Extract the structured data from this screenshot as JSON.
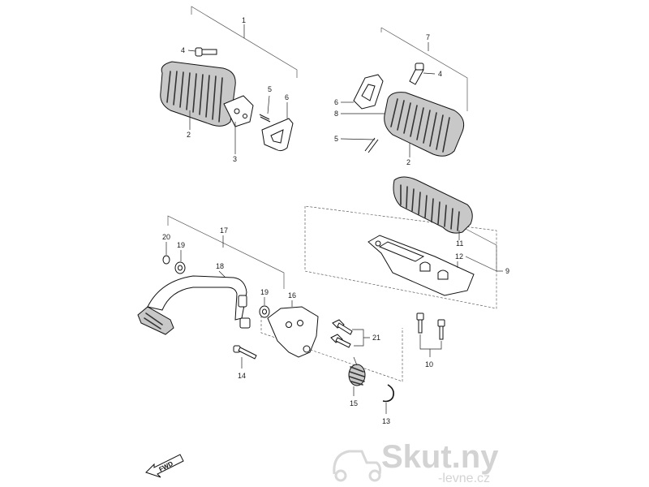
{
  "callouts": {
    "n1": "1",
    "n2a": "2",
    "n2b": "2",
    "n3": "3",
    "n4a": "4",
    "n4b": "4",
    "n5a": "5",
    "n5b": "5",
    "n6a": "6",
    "n6b": "6",
    "n7": "7",
    "n8": "8",
    "n9": "9",
    "n10": "10",
    "n11": "11",
    "n12": "12",
    "n13": "13",
    "n14": "14",
    "n15": "15",
    "n16": "16",
    "n17": "17",
    "n18": "18",
    "n19a": "19",
    "n19b": "19",
    "n20": "20",
    "n21": "21"
  },
  "direction": {
    "label": "FWD"
  },
  "watermark": {
    "brand": "Skut.ny",
    "sub": "-levne.cz"
  },
  "colors": {
    "line": "#111111",
    "part_fill": "#ffffff",
    "rubber": "#c8c8c8",
    "watermark": "#cfcfcf"
  }
}
